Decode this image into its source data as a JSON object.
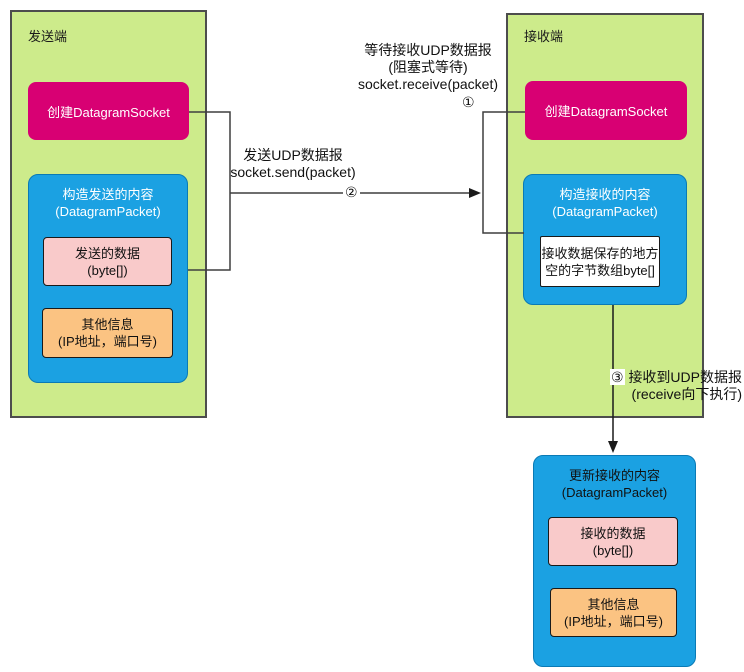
{
  "colors": {
    "group_fill": "#cdeb8b",
    "group_border": "#4d4d4d",
    "create_socket_fill": "#d80073",
    "packet_fill": "#1ba1e2",
    "data_fill": "#f9caca",
    "info_fill": "#fbc382",
    "buffer_fill": "#ffffff",
    "line": "#3f3f3f"
  },
  "sender": {
    "title": "发送端",
    "create_socket": "创建DatagramSocket",
    "packet_title1": "构造发送的内容",
    "packet_title2": "(DatagramPacket)",
    "data1": "发送的数据",
    "data2": "(byte[])",
    "info1": "其他信息",
    "info2": "(IP地址，端口号)"
  },
  "receiver": {
    "title": "接收端",
    "create_socket": "创建DatagramSocket",
    "packet_title1": "构造接收的内容",
    "packet_title2": "(DatagramPacket)",
    "buffer1": "接收数据保存的地方",
    "buffer2": "空的字节数组byte[]"
  },
  "result": {
    "title1": "更新接收的内容",
    "title2": "(DatagramPacket)",
    "data1": "接收的数据",
    "data2": "(byte[])",
    "info1": "其他信息",
    "info2": "(IP地址，端口号)"
  },
  "labels": {
    "wait1": "等待接收UDP数据报",
    "wait2": "(阻塞式等待)",
    "wait3": "socket.receive(packet)",
    "step1": "①",
    "send1": "发送UDP数据报",
    "send2": "socket.send(packet)",
    "step2": "②",
    "step3": "③",
    "recv1": "接收到UDP数据报",
    "recv2": "(receive向下执行)"
  }
}
